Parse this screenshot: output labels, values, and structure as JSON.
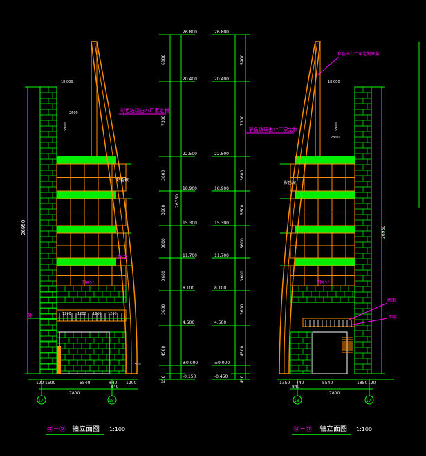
{
  "colors": {
    "background": "#000000",
    "wall": "#00ff00",
    "dimension": "#00ff00",
    "structure": "#ff8c00",
    "annotation": "#ff00ff",
    "slab": "#00ee00",
    "window": "#ff8c00",
    "text_white": "#ffffff",
    "grid_circle": "#00ff00"
  },
  "left_view": {
    "title_grid": "⑰－⑱",
    "title_text": "轴立面图",
    "scale": "1:100",
    "grid_start": "17",
    "grid_end": "18",
    "elevations": [
      "26.800",
      "20.400",
      "22.500",
      "18.900",
      "15.300",
      "11.700",
      "8.100",
      "4.500",
      "±0.000",
      "-0.150"
    ],
    "right_dims": [
      "6000",
      "7300",
      "3600",
      "3600",
      "3600",
      "3600",
      "3600",
      "4500",
      "150"
    ],
    "total_height_left": "26950",
    "total_height_right": "26750",
    "inner_dims_left": [
      "18.000",
      "2600",
      "5800"
    ],
    "annotation_top": "彩色玻璃由??厂家定制",
    "annotation_mid": "彩色玻",
    "label_floor": "7层分",
    "label_side": "外",
    "label_side2": "外 2",
    "window_dims": [
      "1200",
      "1200",
      "1200",
      "1200"
    ],
    "bottom_dims_row1": [
      "120",
      "1500",
      "5540",
      "640",
      "1200"
    ],
    "bottom_dims_row2": [
      "7800",
      "840"
    ],
    "label_bottom_small": "300"
  },
  "right_view": {
    "title_grid": "⑱－⑰",
    "title_text": "轴立面图",
    "scale": "1:100",
    "grid_start": "18",
    "grid_end": "17",
    "elevations": [
      "26.800",
      "20.400",
      "22.500",
      "18.900",
      "15.300",
      "11.700",
      "8.100",
      "4.500",
      "±0.000",
      "-0.450"
    ],
    "left_dims": [
      "5900",
      "7300",
      "3600",
      "3600",
      "3600",
      "3600",
      "3600",
      "4500",
      "450"
    ],
    "total_height_right": "26950",
    "annotation_top": "彩色由??厂家定制安装",
    "annotation_mid": "彩色玻璃由??厂家定制",
    "annotation_mid2": "彩色玻",
    "label_floor": "7层分",
    "label_right1": "墙面",
    "label_right2": "面层",
    "inner_dims": [
      "18.000",
      "2800",
      "5800"
    ],
    "bottom_dims_row1": [
      "1350",
      "440",
      "5540",
      "1850",
      "120"
    ],
    "bottom_dims_row2": [
      "840",
      "7800"
    ]
  }
}
